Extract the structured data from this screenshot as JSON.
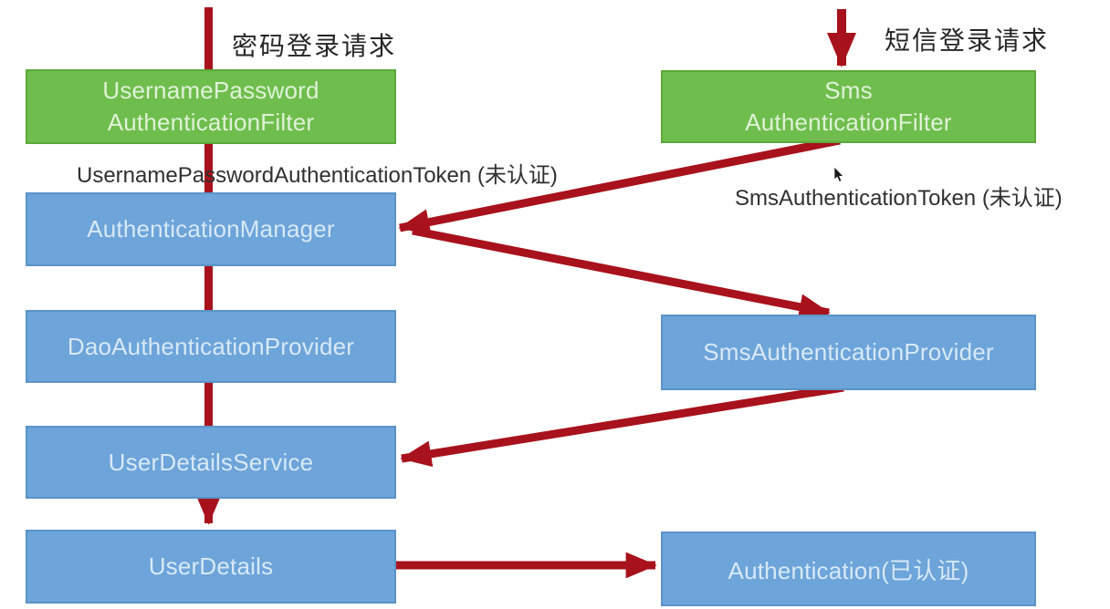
{
  "colors": {
    "bg": "#ffffff",
    "green": "#6fbe4d",
    "green_border": "#5aa93a",
    "green_text": "#e0f2d8",
    "blue": "#6da4d9",
    "blue_border": "#5b93c7",
    "blue_text": "#d7e9f7",
    "red": "#a8121c",
    "label_text": "#262626",
    "token_text": "#303030"
  },
  "flow_labels": {
    "password_request": "密码登录请求",
    "sms_request": "短信登录请求",
    "username_password_token": "UsernamePasswordAuthenticationToken (未认证)",
    "sms_token": "SmsAuthenticationToken (未认证)"
  },
  "nodes": {
    "username_password_filter": {
      "line1": "UsernamePassword",
      "line2": "AuthenticationFilter"
    },
    "sms_filter": {
      "line1": "Sms",
      "line2": "AuthenticationFilter"
    },
    "authentication_manager": {
      "label": "AuthenticationManager"
    },
    "dao_authentication_provider": {
      "label": "DaoAuthenticationProvider"
    },
    "sms_authentication_provider": {
      "label": "SmsAuthenticationProvider"
    },
    "user_details_service": {
      "label": "UserDetailsService"
    },
    "user_details": {
      "label": "UserDetails"
    },
    "authentication_result": {
      "label": "Authentication(已认证)"
    }
  }
}
